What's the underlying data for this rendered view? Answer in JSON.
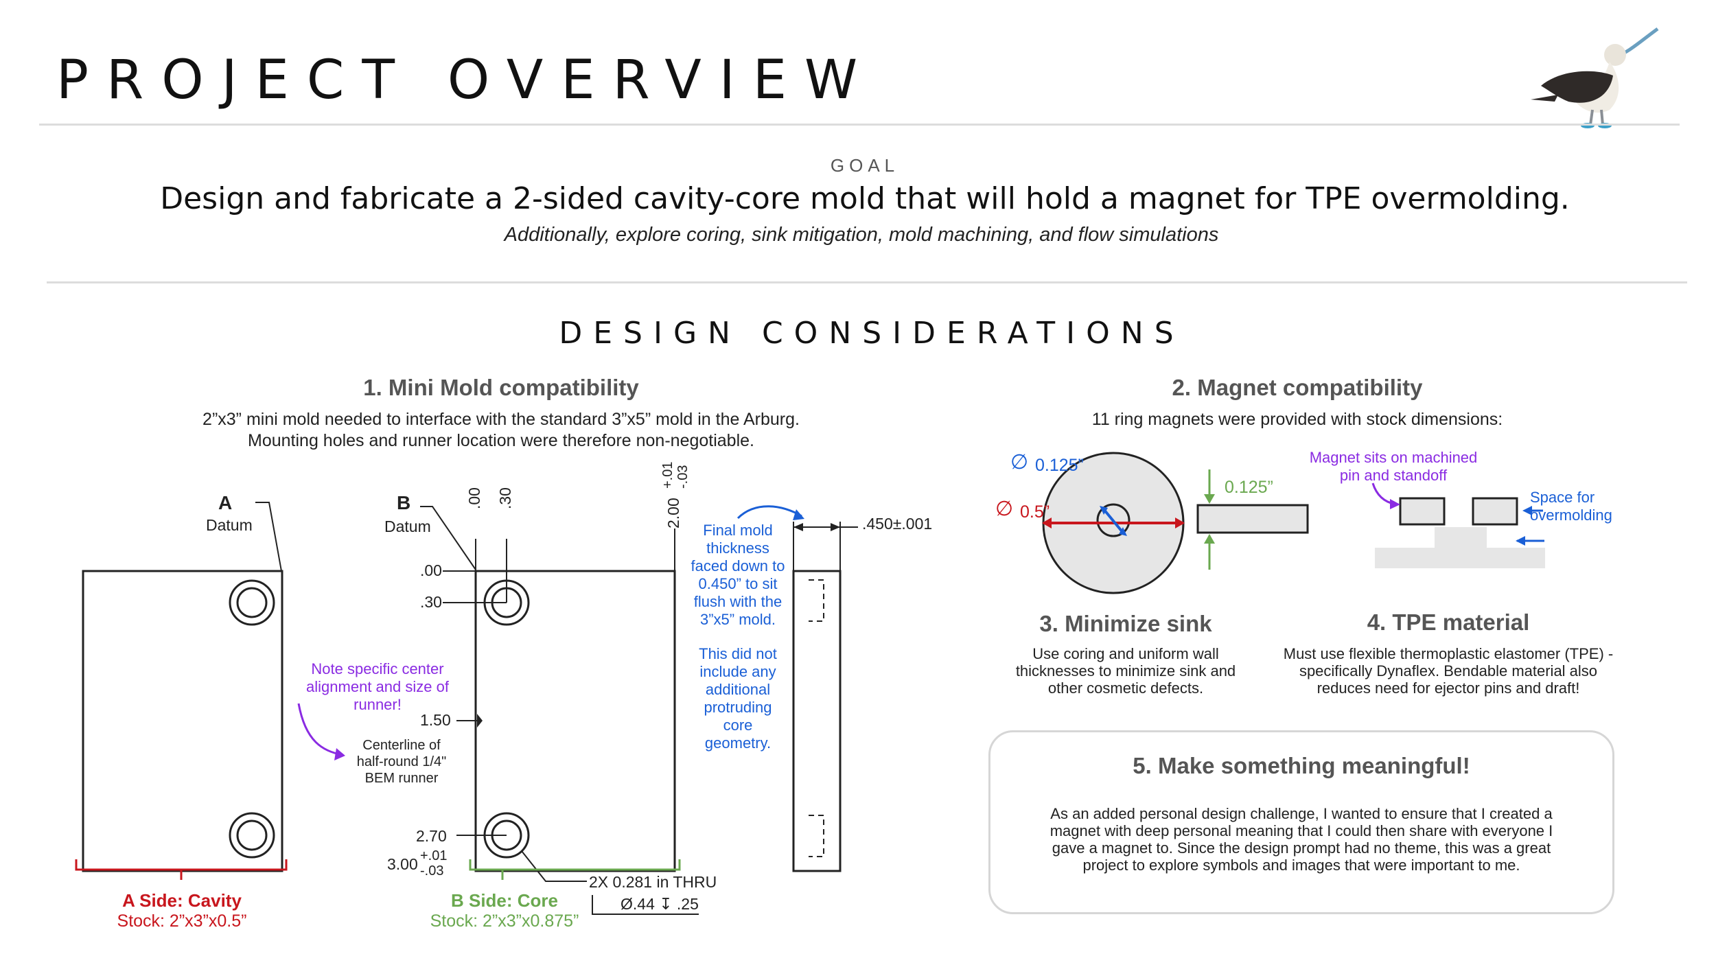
{
  "header": {
    "title": "PROJECT OVERVIEW"
  },
  "goal": {
    "label": "GOAL",
    "statement": "Design and fabricate a 2-sided cavity-core mold that will hold a magnet for TPE overmolding.",
    "subtitle": "Additionally, explore coring, sink mitigation, mold machining, and flow simulations"
  },
  "design": {
    "title": "DESIGN CONSIDERATIONS",
    "items": [
      {
        "title": "1. Mini Mold compatibility",
        "body_lines": [
          "2”x3” mini mold needed to interface with the standard 3”x5” mold in the Arburg.",
          "Mounting holes and runner location were therefore non-negotiable."
        ]
      },
      {
        "title": "2. Magnet compatibility",
        "body_lines": [
          "11 ring magnets were provided with stock dimensions:"
        ]
      },
      {
        "title": "3. Minimize sink",
        "body_lines": [
          "Use coring and uniform wall",
          "thicknesses to minimize sink and",
          "other cosmetic defects."
        ]
      },
      {
        "title": "4. TPE material",
        "body_lines": [
          "Must use flexible thermoplastic elastomer (TPE) -",
          "specifically Dynaflex. Bendable material also",
          "reduces need for ejector pins and draft!"
        ]
      },
      {
        "title": "5. Make something meaningful!",
        "body_lines": [
          "As an added personal design challenge, I wanted to ensure that I created a",
          "magnet with deep personal meaning that I could then share with everyone I",
          "gave a magnet to. Since the design prompt had no theme, this was a great",
          "project to explore symbols and images that were important to me."
        ]
      }
    ]
  },
  "mold_drawing": {
    "a_datum_letter": "A",
    "a_datum_word": "Datum",
    "b_datum_letter": "B",
    "b_datum_word": "Datum",
    "top_dims": [
      ".00",
      ".30"
    ],
    "left_dims": [
      ".00",
      ".30",
      "1.50",
      "2.70"
    ],
    "overall_height": "2.00",
    "height_tol_plus": "+.01",
    "height_tol_minus": "-.03",
    "bottom_dim": "3.00",
    "bottom_tol_plus": "+.01",
    "bottom_tol_minus": "-.03",
    "thickness_dim": ".450±.001",
    "hole_callout": "2X 0.281 in THRU",
    "cbore_callout": "Ø.44 ↧ .25",
    "runner_lines": [
      "Centerline of",
      "half-round 1/4\"",
      "BEM runner"
    ],
    "runner_note_lines": [
      "Note specific center",
      "alignment and size of",
      "runner!"
    ],
    "thickness_note_lines": [
      "Final mold",
      "thickness",
      "faced down to",
      "0.450” to sit",
      "flush with the",
      "3”x5” mold.",
      "",
      "This did not",
      "include any",
      "additional",
      "protruding",
      "core",
      "geometry."
    ],
    "a_side_title": "A Side: Cavity",
    "a_side_stock": "Stock: 2”x3”x0.5”",
    "b_side_title": "B Side: Core",
    "b_side_stock": "Stock: 2”x3”x0.875”"
  },
  "magnet_drawing": {
    "inner_diameter": "0.125”",
    "outer_diameter": "0.5”",
    "thickness": "0.125”",
    "pin_note_lines": [
      "Magnet sits on machined",
      "pin and standoff"
    ],
    "space_note_lines": [
      "Space for",
      "overmolding"
    ]
  },
  "colors": {
    "red": "#c8161d",
    "green": "#6aa84f",
    "blue": "#1a5fd6",
    "purple": "#8a2be2",
    "heading_gray": "#555555"
  },
  "icons": {
    "logo": "blue-footed-booby-icon"
  }
}
